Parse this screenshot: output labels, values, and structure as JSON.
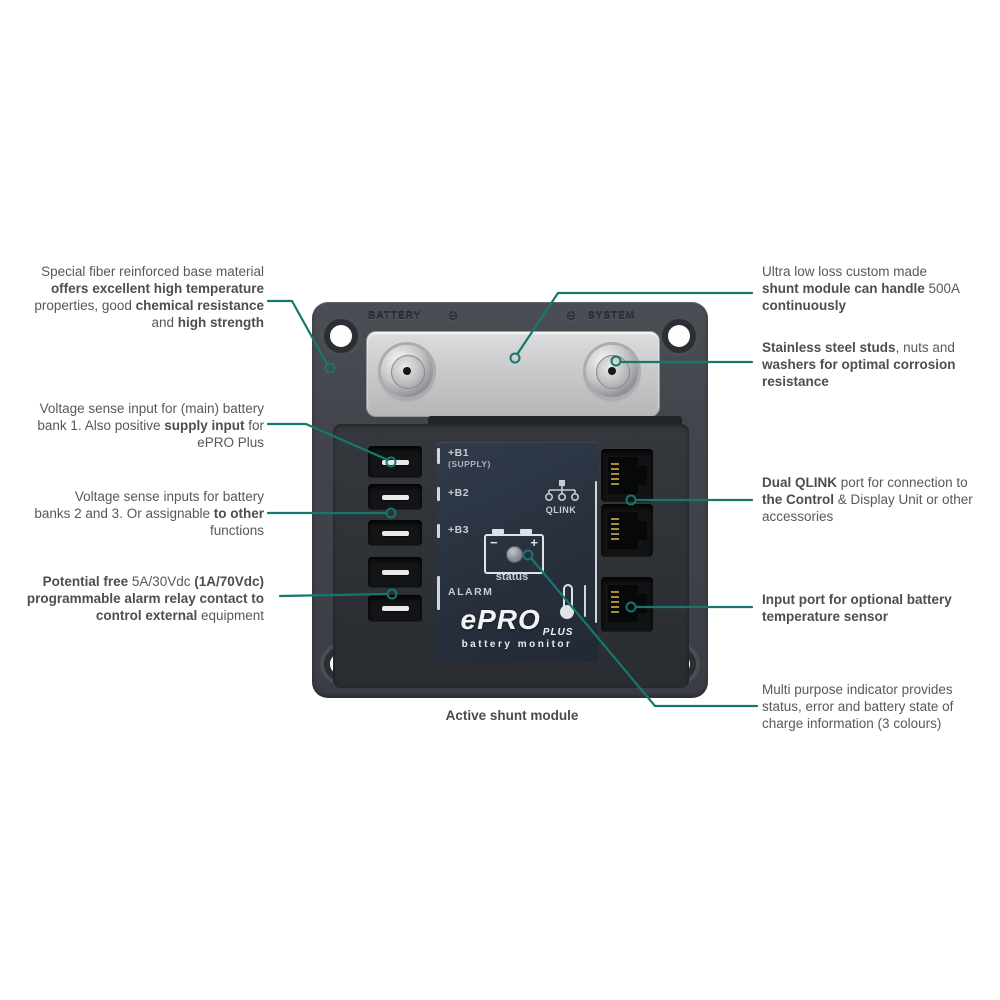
{
  "caption": "Active shunt module",
  "colors": {
    "callout_teal": "#14786d",
    "annotation_text": "#57585a",
    "device_body": "#43474d",
    "panel_navy": "#2a3240",
    "shunt_plate": "#c9cbcd",
    "panel_text": "#c7cbd2",
    "status_led": "#8a8f96"
  },
  "annotations": {
    "left": [
      {
        "id": "base-material",
        "lines": [
          [
            {
              "t": "Special fiber reinforced base material",
              "b": false
            }
          ],
          [
            {
              "t": "offers excellent high temperature",
              "b": true
            }
          ],
          [
            {
              "t": "properties, good ",
              "b": false
            },
            {
              "t": "chemical resistance",
              "b": true
            }
          ],
          [
            {
              "t": "and ",
              "b": false
            },
            {
              "t": "high strength",
              "b": true
            }
          ]
        ]
      },
      {
        "id": "voltage-sense-b1",
        "lines": [
          [
            {
              "t": "Voltage sense input for (main) battery",
              "b": false
            }
          ],
          [
            {
              "t": "bank 1. Also positive ",
              "b": false
            },
            {
              "t": "supply input",
              "b": true
            },
            {
              "t": " for",
              "b": false
            }
          ],
          [
            {
              "t": "ePRO Plus",
              "b": false
            }
          ]
        ]
      },
      {
        "id": "voltage-sense-b2-b3",
        "lines": [
          [
            {
              "t": "Voltage sense inputs for battery",
              "b": false
            }
          ],
          [
            {
              "t": "banks 2 and 3. Or assignable ",
              "b": false
            },
            {
              "t": "to other",
              "b": true
            }
          ],
          [
            {
              "t": "functions",
              "b": false
            }
          ]
        ]
      },
      {
        "id": "alarm-relay",
        "lines": [
          [
            {
              "t": "Potential free",
              "b": true
            },
            {
              "t": " 5A/30Vdc ",
              "b": false
            },
            {
              "t": "(1A/70Vdc)",
              "b": true
            }
          ],
          [
            {
              "t": "programmable alarm relay contact to",
              "b": true
            }
          ],
          [
            {
              "t": "control external ",
              "b": true
            },
            {
              "t": "equipment",
              "b": false
            }
          ]
        ]
      }
    ],
    "right": [
      {
        "id": "shunt-module",
        "lines": [
          [
            {
              "t": "Ultra low loss custom made",
              "b": false
            }
          ],
          [
            {
              "t": "shunt module can handle",
              "b": true
            },
            {
              "t": " 500A",
              "b": false
            }
          ],
          [
            {
              "t": "continuously",
              "b": true
            }
          ]
        ]
      },
      {
        "id": "stainless-studs",
        "lines": [
          [
            {
              "t": "Stainless steel studs",
              "b": true
            },
            {
              "t": ", nuts and",
              "b": false
            }
          ],
          [
            {
              "t": "washers for optimal corrosion",
              "b": true
            }
          ],
          [
            {
              "t": "resistance",
              "b": true
            }
          ]
        ]
      },
      {
        "id": "qlink-port",
        "lines": [
          [
            {
              "t": "Dual QLINK",
              "b": true
            },
            {
              "t": " port for connection to",
              "b": false
            }
          ],
          [
            {
              "t": "the Control",
              "b": true
            },
            {
              "t": " & Display Unit or other",
              "b": false
            }
          ],
          [
            {
              "t": "accessories",
              "b": false
            }
          ]
        ]
      },
      {
        "id": "temp-sensor-port",
        "lines": [
          [
            {
              "t": "Input port for optional battery",
              "b": true
            }
          ],
          [
            {
              "t": "temperature sensor",
              "b": true
            }
          ]
        ]
      },
      {
        "id": "multi-indicator",
        "lines": [
          [
            {
              "t": "Multi purpose indicator provides",
              "b": false
            }
          ],
          [
            {
              "t": "status, error and battery state of",
              "b": false
            }
          ],
          [
            {
              "t": "charge information (3 colours)",
              "b": false
            }
          ]
        ]
      }
    ]
  },
  "device": {
    "embossed": {
      "left_label": "BATTERY",
      "right_label": "SYSTEM",
      "left_icon": "⊖",
      "right_icon": "⊖"
    },
    "panel": {
      "b1": "+B1",
      "b1_sub": "(SUPPLY)",
      "b2": "+B2",
      "b3": "+B3",
      "alarm": "ALARM",
      "qlink_label": "QLINK",
      "status_label": "status",
      "battery_minus": "−",
      "battery_plus": "+"
    },
    "logo": {
      "brand": "ePRO",
      "suffix": "PLUS",
      "tagline": "battery monitor"
    }
  }
}
